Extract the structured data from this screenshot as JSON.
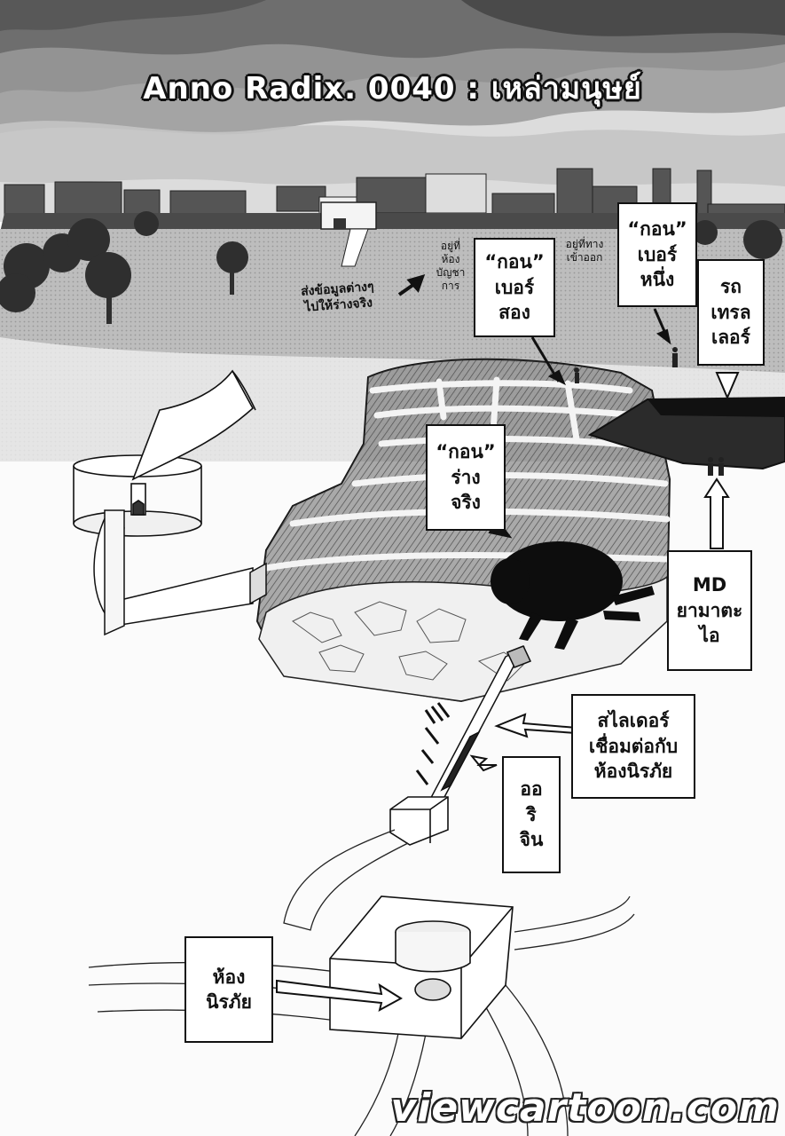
{
  "title": "Anno Radix. 0040 : เหล่ามนุษย์",
  "labels": {
    "gon_number_two": "“กอน”\nเบอร์\nสอง",
    "gon_number_one": "“กอน”\nเบอร์\nหนึ่ง",
    "trailer": "รถ\nเทรล\nเลอร์",
    "gon_true_body": "“กอน”\nร่าง\nจริง",
    "md_yamatai": "MD\nยามาตะ\nไอ",
    "slider": "สไลเดอร์\nเชื่อมต่อกับ\nห้องนิรภัย",
    "origin": "ออ\nริ\nจิน",
    "vault": "ห้อง\nนิรภัย"
  },
  "notes": {
    "send_data": "ส่งข้อมูลต่างๆ\nไปให้ร่างจริง",
    "under_command": "อยู่ที่\nห้อง\nบัญชา\nการ",
    "at_entrance": "อยู่ที่ทาง\nเข้าออก"
  },
  "watermark": "viewcartoon.com"
}
